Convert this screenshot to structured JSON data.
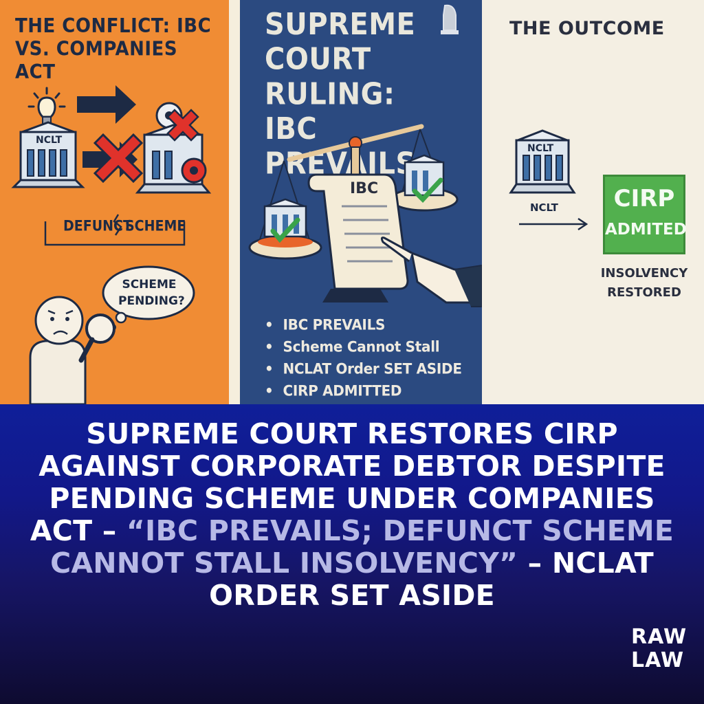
{
  "panels": {
    "conflict": {
      "title": "THE CONFLICT: IBC vs. COMPANIES ACT",
      "nclt_label": "NCLT",
      "defunct_label": "DEFUNCT",
      "scheme_label": "SCHEME",
      "bubble_text": "SCHEME PENDING?",
      "bg_color": "#f08c34"
    },
    "ruling": {
      "title": "SUPREME COURT RULING: IBC PREVAILS",
      "scroll_label": "IBC",
      "bullets": [
        "IBC PREVAILS",
        "Scheme Cannot Stall",
        "NCLAT Order SET ASIDE",
        "CIRP ADMITTED"
      ],
      "bg_color": "#2b4a80"
    },
    "outcome": {
      "title": "THE OUTCOME",
      "building_label": "NCLT",
      "arrow_label": "NCLT",
      "box_big": "CIRP",
      "box_small": "ADMITED",
      "result_text": "INSOLVENCY RESTORED",
      "box_color": "#52b04e"
    }
  },
  "banner": {
    "headline_start": "SUPREME COURT RESTORES CIRP AGAINST CORPORATE DEBTOR DESPITE PENDING SCHEME UNDER COMPANIES ACT – ",
    "headline_quote": "“IBC PREVAILS; DEFUNCT SCHEME CANNOT STALL INSOLVENCY”",
    "headline_end": " – NCLAT ORDER SET ASIDE",
    "brand_line1": "RAW",
    "brand_line2": "LAW"
  },
  "icons": [
    "lightbulb-icon",
    "arrow-right-icon",
    "red-cross-icon",
    "gear-icon",
    "court-building-icon",
    "magnifier-icon",
    "scales-icon",
    "emblem-icon",
    "check-icon",
    "pointing-hand-icon"
  ]
}
